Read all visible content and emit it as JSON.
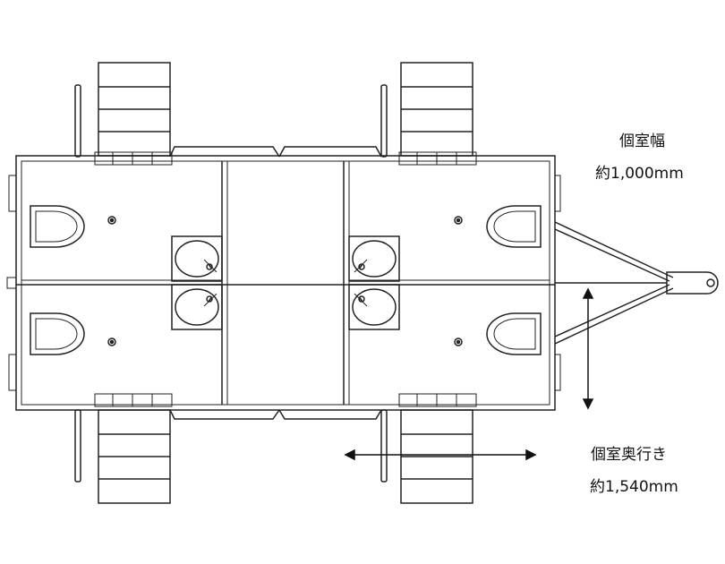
{
  "diagram": {
    "width_label": {
      "title": "個室幅",
      "value": "約1,000mm"
    },
    "depth_label": {
      "title": "個室奥行き",
      "value": "約1,540mm"
    }
  },
  "colors": {
    "line": "#222222",
    "ink": "#111111",
    "background": "#ffffff"
  }
}
